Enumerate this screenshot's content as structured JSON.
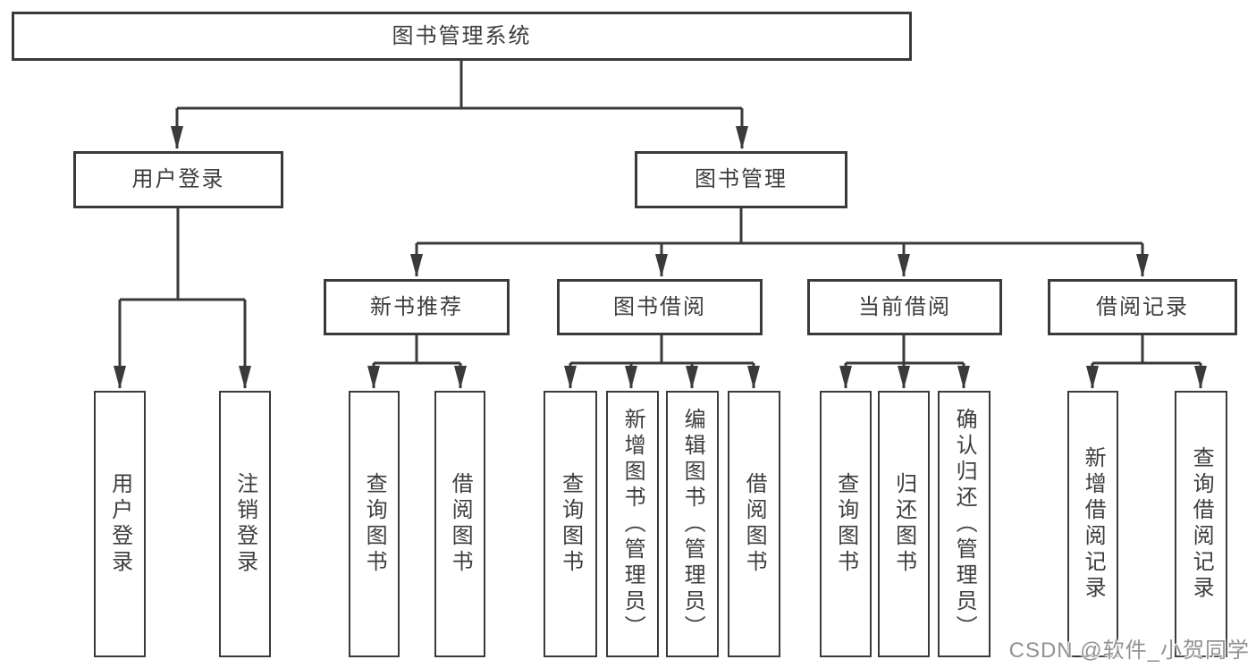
{
  "tree": {
    "label": "图书管理系统",
    "children": [
      {
        "label": "用户登录",
        "children": [
          {
            "label": "用户登录"
          },
          {
            "label": "注销登录"
          }
        ]
      },
      {
        "label": "图书管理",
        "children": [
          {
            "label": "新书推荐",
            "children": [
              {
                "label": "查询图书"
              },
              {
                "label": "借阅图书"
              }
            ]
          },
          {
            "label": "图书借阅",
            "children": [
              {
                "label": "查询图书"
              },
              {
                "label": "新增图书（管理员）"
              },
              {
                "label": "编辑图书（管理员）"
              },
              {
                "label": "借阅图书"
              }
            ]
          },
          {
            "label": "当前借阅",
            "children": [
              {
                "label": "查询图书"
              },
              {
                "label": "归还图书"
              },
              {
                "label": "确认归还（管理员）"
              }
            ]
          },
          {
            "label": "借阅记录",
            "children": [
              {
                "label": "新增借阅记录"
              },
              {
                "label": "查询借阅记录"
              }
            ]
          }
        ]
      }
    ]
  },
  "watermark": {
    "text": "CSDN @软件_小贺同学"
  },
  "colors": {
    "line": "#3a3a3a",
    "text": "#3d3d3d",
    "box_background": "#ffffff",
    "page_background": "#ffffff",
    "watermark_text": "#929292"
  }
}
